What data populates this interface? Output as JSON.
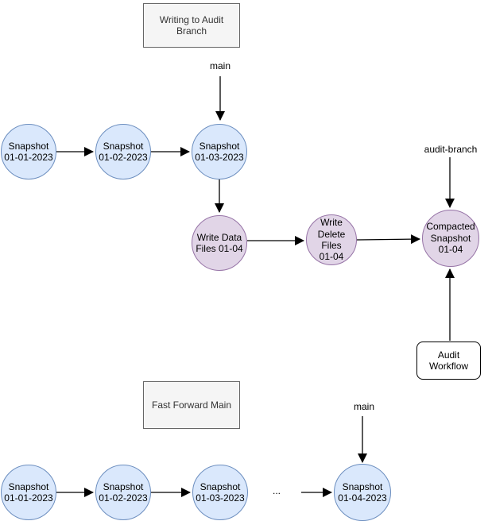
{
  "colors": {
    "snapshot_fill": "#dae8fc",
    "snapshot_stroke": "#6c8ebf",
    "write_fill": "#e1d5e7",
    "write_stroke": "#9673a6",
    "title_fill": "#f5f5f5",
    "title_stroke": "#666666",
    "workflow_fill": "#ffffff",
    "workflow_stroke": "#000000",
    "arrow_color": "#000000"
  },
  "writing_section": {
    "title": "Writing to Audit\nBranch",
    "main_label": "main",
    "audit_branch_label": "audit-branch",
    "snapshot_01": "Snapshot\n01-01-2023",
    "snapshot_02": "Snapshot\n01-02-2023",
    "snapshot_03": "Snapshot\n01-03-2023",
    "write_data": "Write Data\nFiles 01-04",
    "write_delete": "Write\nDelete Files\n01-04",
    "compacted": "Compacted\nSnapshot\n01-04",
    "audit_workflow": "Audit\nWorkflow"
  },
  "fast_forward_section": {
    "title": "Fast Forward Main",
    "main_label": "main",
    "snapshot_01": "Snapshot\n01-01-2023",
    "snapshot_02": "Snapshot\n01-02-2023",
    "snapshot_03": "Snapshot\n01-03-2023",
    "ellipsis": "...",
    "snapshot_04": "Snapshot\n01-04-2023"
  }
}
